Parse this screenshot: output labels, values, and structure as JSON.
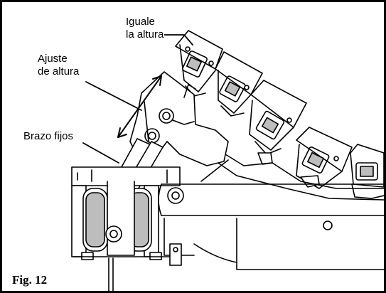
{
  "labels": {
    "level_line1": "Iguale",
    "level_line2": "la altura",
    "adjust_line1": "Ajuste",
    "adjust_line2": "de altura",
    "fixed_arm": "Brazo fijos"
  },
  "caption": "Fig. 12",
  "colors": {
    "ink": "#000000",
    "shade": "#bdbdbd",
    "paper": "#ffffff"
  }
}
